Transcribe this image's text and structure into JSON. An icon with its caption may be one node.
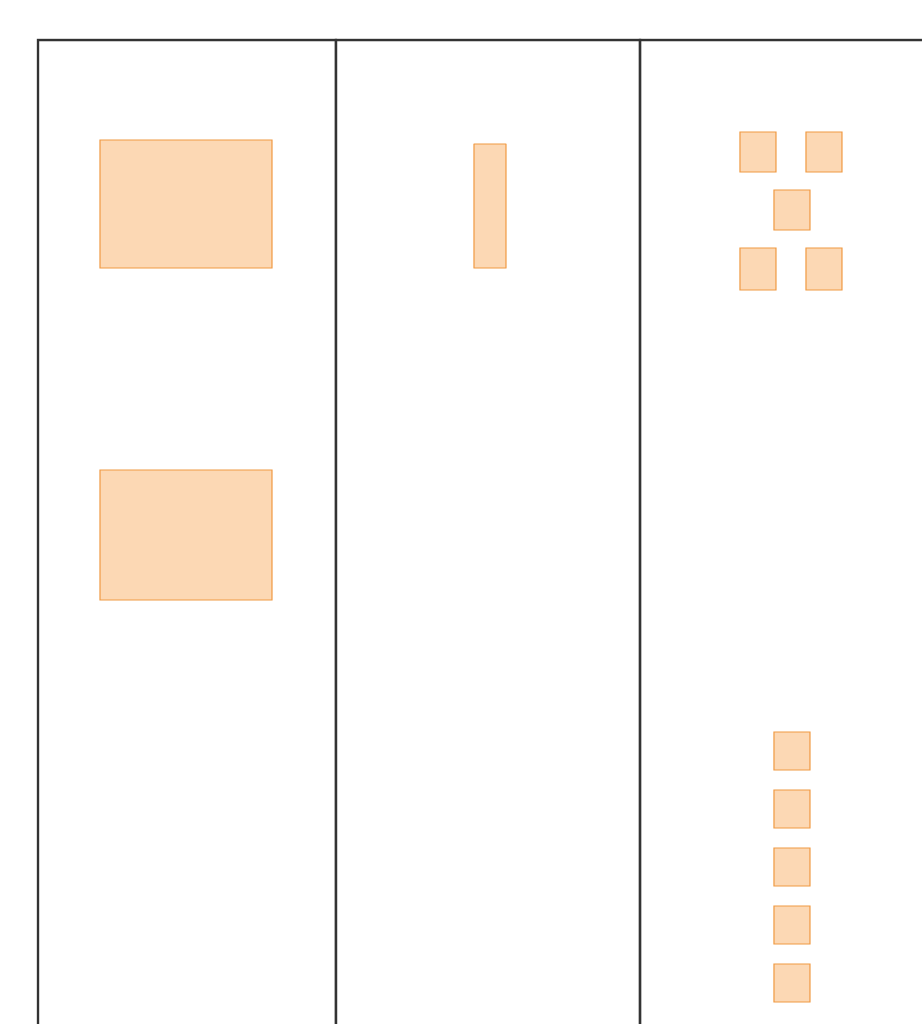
{
  "diagram": {
    "nodes": [
      {
        "text": [],
        "shape": "box"
      },
      {
        "text": [],
        "shape": "box",
        "in": 0
      },
      {
        "text": [],
        "shape": "box",
        "in": 0
      },
      {
        "text": [],
        "shape": "box"
      },
      {
        "text": [],
        "shape": "bar",
        "in": 3
      },
      {
        "text": [],
        "shape": "box"
      },
      {
        "text": [],
        "shape": "box",
        "in": 5
      },
      {
        "text": [],
        "shape": "box",
        "in": 5
      },
      {
        "text": [],
        "shape": "box",
        "in": 5
      },
      {
        "text": [],
        "shape": "box",
        "in": 5
      },
      {
        "text": [],
        "shape": "box",
        "in": 5
      },
      {
        "text": [],
        "shape": "box",
        "in": 5
      },
      {
        "text": [],
        "shape": "box",
        "in": 5
      },
      {
        "text": [],
        "shape": "box",
        "in": 5
      },
      {
        "text": [],
        "shape": "box",
        "in": 5
      },
      {
        "text": [],
        "shape": "box",
        "in": 5
      }
    ]
  }
}
